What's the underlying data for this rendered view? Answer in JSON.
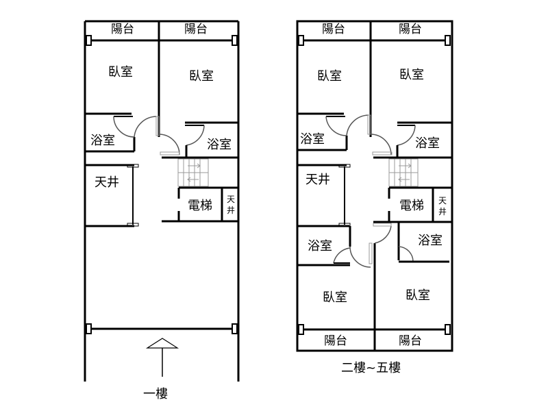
{
  "floor1": {
    "caption": "一樓",
    "balcony_left": "陽台",
    "balcony_right": "陽台",
    "bedroom_left": "臥室",
    "bedroom_right": "臥室",
    "bath_left": "浴室",
    "bath_right": "浴室",
    "lightwell": "天井",
    "elevator": "電梯",
    "small_lightwell": [
      "天",
      "井"
    ]
  },
  "floor2_5": {
    "caption": "二樓~五樓",
    "balcony_top_left": "陽台",
    "balcony_top_right": "陽台",
    "bedroom_top_left": "臥室",
    "bedroom_top_right": "臥室",
    "bath_top_left": "浴室",
    "bath_top_right": "浴室",
    "lightwell": "天井",
    "elevator": "電梯",
    "small_lightwell": [
      "天",
      "井"
    ],
    "bath_bottom_left": "浴室",
    "bath_bottom_right": "浴室",
    "bedroom_bottom_left": "臥室",
    "bedroom_bottom_right": "臥室",
    "balcony_bottom_left": "陽台",
    "balcony_bottom_right": "陽台"
  }
}
